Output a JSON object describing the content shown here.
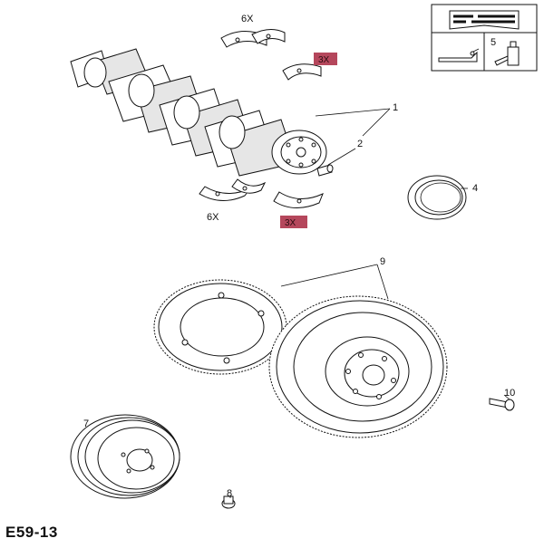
{
  "diagram": {
    "code": "E59-13",
    "callouts": [
      "1",
      "2",
      "4",
      "5",
      "7",
      "8",
      "9",
      "10"
    ],
    "quantities": {
      "bearing_top": "6X",
      "bearing_bottom": "6X",
      "thrust_top": "3X",
      "thrust_bottom": "3X"
    },
    "legend_box_number": "5",
    "highlight_color": "#b5475c"
  }
}
